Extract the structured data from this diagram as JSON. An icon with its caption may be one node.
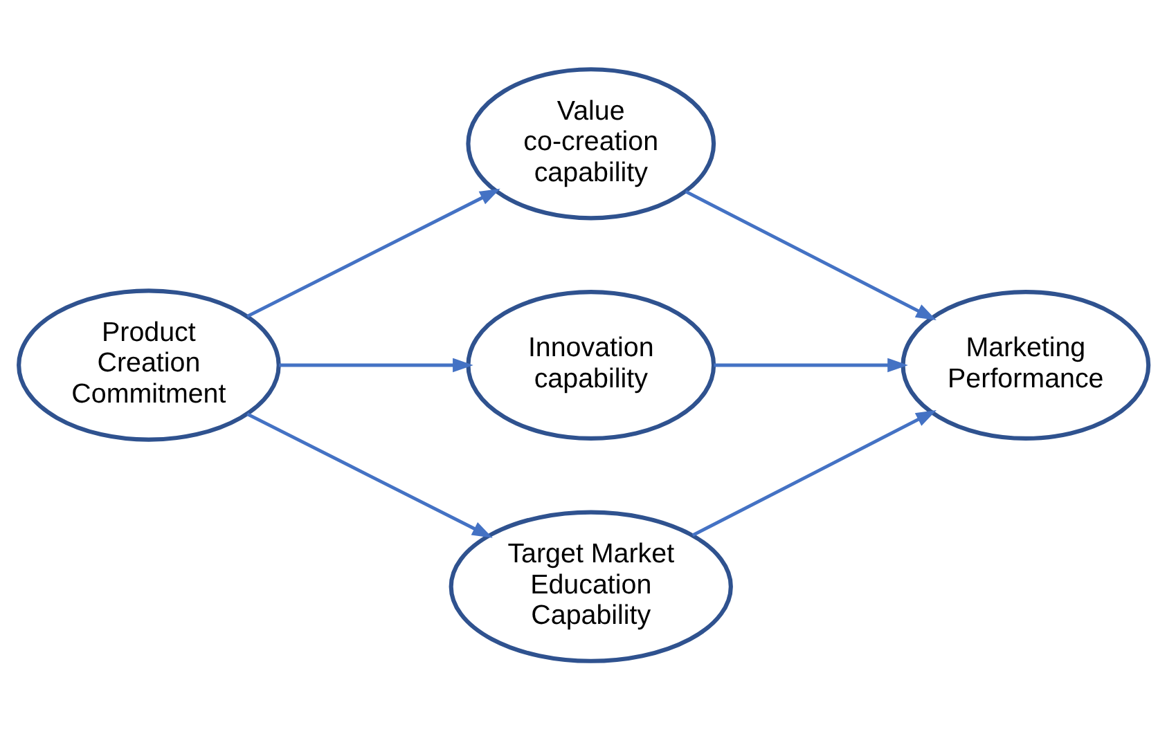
{
  "diagram": {
    "nodes": [
      {
        "text": [
          "Product Creation Commitment"
        ]
      },
      {
        "text": [
          "Value co-creation capability"
        ]
      },
      {
        "text": [
          "Innovation capability"
        ]
      },
      {
        "text": [
          "Target Market Education Capability"
        ]
      },
      {
        "text": [
          "Marketing Performance"
        ]
      }
    ],
    "edges": [
      {
        "from": 0,
        "to": 1,
        "arrow": "to"
      },
      {
        "from": 0,
        "to": 2,
        "arrow": "to"
      },
      {
        "from": 0,
        "to": 3,
        "arrow": "to"
      },
      {
        "from": 1,
        "to": 4,
        "arrow": "to"
      },
      {
        "from": 2,
        "to": 4,
        "arrow": "to"
      },
      {
        "from": 3,
        "to": 4,
        "arrow": "to"
      }
    ]
  }
}
